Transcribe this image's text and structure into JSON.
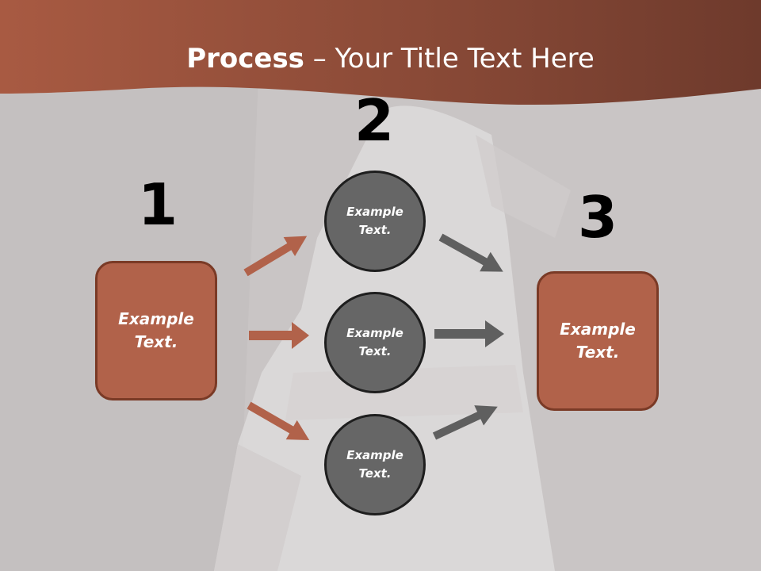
{
  "title": {
    "bold": "Process",
    "rest": " – Your Title Text Here"
  },
  "steps": [
    {
      "number": "1",
      "text": "Example Text."
    },
    {
      "number": "2"
    },
    {
      "number": "3",
      "text": "Example Text."
    }
  ],
  "circles": [
    {
      "text": "Example Text."
    },
    {
      "text": "Example Text."
    },
    {
      "text": "Example Text."
    }
  ],
  "colors": {
    "header": "#a0543d",
    "box": "#b1624a",
    "circle": "#666666",
    "arrow_left": "#b1624a",
    "arrow_right": "#5f5f5f"
  }
}
